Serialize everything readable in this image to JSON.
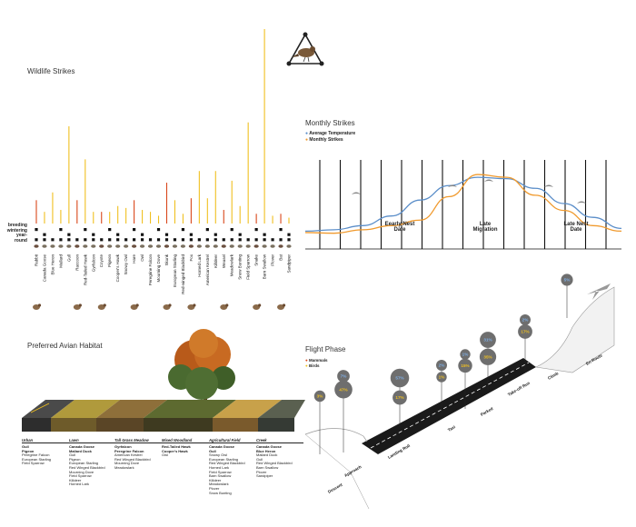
{
  "wildlife_strikes": {
    "title": "Wildlife Strikes",
    "row_labels": [
      "breeding",
      "wintering",
      "year-round"
    ]
  },
  "monthly_strikes": {
    "title": "Monthly Strikes",
    "legend": [
      "Average Temperature",
      "Monthly Strikes"
    ],
    "periods": [
      "Eearly Nest\nDate",
      "Late\nMigration",
      "Late Nest\nDate"
    ]
  },
  "preferred_habitat": {
    "title": "Preferred Avian Habitat",
    "habitats": [
      {
        "name": "Urban",
        "species": [
          "Gull",
          "Pigeon",
          "Peregrine Falcon",
          "European Starling",
          "Field Sparrow"
        ]
      },
      {
        "name": "Lawn",
        "species": [
          "Canada Goose",
          "Mallard Duck",
          "Gull",
          "Pigeon",
          "European Starling",
          "Red Winged Blackbird",
          "Mourning Dove",
          "Field Sparrow",
          "Killdeer",
          "Horned Lark"
        ]
      },
      {
        "name": "Tall Grass Meadow",
        "species": [
          "Gyrfalcon",
          "Peregrine Falcon",
          "American Kestrel",
          "Red Winged Blackbird",
          "Mourning Dove",
          "Meadowlark"
        ]
      },
      {
        "name": "Mixed Woodland",
        "species": [
          "Red-Tailed Hawk",
          "Cooper's Hawk",
          "Owl"
        ]
      },
      {
        "name": "Agricultural Field",
        "species": [
          "Canada Goose",
          "Gull",
          "Snowy Owl",
          "European Starling",
          "Red Winged Blackbird",
          "Horned Lark",
          "Field Sparrow",
          "Barn Swallow",
          "Killdeer",
          "Meadowlark",
          "Plover",
          "Snow Bunting"
        ]
      },
      {
        "name": "Creek",
        "species": [
          "Canada Goose",
          "Blue Heron",
          "Mallard Duck",
          "Gull",
          "Red Winged Blackbird",
          "Barn Swallow",
          "Plover",
          "Sandpiper"
        ]
      }
    ]
  },
  "flight_phase": {
    "title": "Flight Phase",
    "legend": [
      "Mammals",
      "Birds"
    ],
    "phases": [
      "Descent",
      "Approach",
      "Landing Roll",
      "Taxi",
      "Parked",
      "Take-off Run",
      "Climb",
      "En-Route"
    ]
  },
  "colors": {
    "mammal": "#d9461a",
    "bird": "#f0c020",
    "temperature": "#5b8ec9",
    "strikes": "#f09a2e",
    "bubble": "#6e6e6e"
  },
  "chart_data": [
    {
      "type": "bar",
      "title": "Wildlife Strikes",
      "categories": [
        "Rabbit",
        "Canada Goose",
        "Blue Heron",
        "Mallard",
        "Gull",
        "Raccoon",
        "Red-Tailed Hawk",
        "Gyrfalcon",
        "Coyote",
        "Pigeon",
        "Cooper's Hawk",
        "Snowy Owl",
        "Hare",
        "Owl",
        "Peregrine Falcon",
        "Mourning Dove",
        "Skunk",
        "European Starling",
        "Red-winged Blackbird",
        "Fox",
        "Horned Lark",
        "American Kestrel",
        "Killdeer",
        "Weasel",
        "Meadowlark",
        "Snow Bunting",
        "Field Sparrow",
        "Snake",
        "Barn Swallow",
        "Plover",
        "Bat",
        "Sandpiper"
      ],
      "values": [
        12,
        6,
        16,
        7,
        50,
        12,
        33,
        6,
        6,
        6,
        9,
        8,
        12,
        7,
        6,
        4,
        21,
        12,
        5,
        13,
        27,
        13,
        27,
        7,
        22,
        9,
        52,
        5,
        100,
        4,
        5,
        3
      ],
      "group": [
        "mammal",
        "bird",
        "bird",
        "bird",
        "bird",
        "mammal",
        "bird",
        "bird",
        "mammal",
        "bird",
        "bird",
        "bird",
        "mammal",
        "bird",
        "bird",
        "bird",
        "mammal",
        "bird",
        "bird",
        "mammal",
        "bird",
        "bird",
        "bird",
        "mammal",
        "bird",
        "bird",
        "bird",
        "mammal",
        "bird",
        "bird",
        "mammal",
        "bird"
      ]
    },
    {
      "type": "line",
      "title": "Monthly Strikes",
      "x": [
        1,
        2,
        3,
        4,
        5,
        6,
        7,
        8,
        9,
        10,
        11,
        12
      ],
      "series": [
        {
          "name": "Average Temperature",
          "values": [
            10,
            12,
            18,
            32,
            55,
            76,
            88,
            86,
            72,
            50,
            30,
            14
          ]
        },
        {
          "name": "Monthly Strikes",
          "values": [
            8,
            7,
            12,
            18,
            26,
            60,
            92,
            88,
            62,
            40,
            18,
            10
          ]
        }
      ]
    },
    {
      "type": "bar",
      "title": "Flight Phase",
      "categories": [
        "Descent",
        "Approach",
        "Landing Roll",
        "Taxi",
        "Parked",
        "Take-off Run",
        "Climb",
        "En-Route"
      ],
      "series": [
        {
          "name": "Mammals",
          "values": [
            null,
            7,
            57,
            2,
            1,
            31,
            2,
            5
          ]
        },
        {
          "name": "Birds",
          "values": [
            3,
            47,
            17,
            1,
            15,
            35,
            17,
            null
          ]
        }
      ]
    }
  ]
}
